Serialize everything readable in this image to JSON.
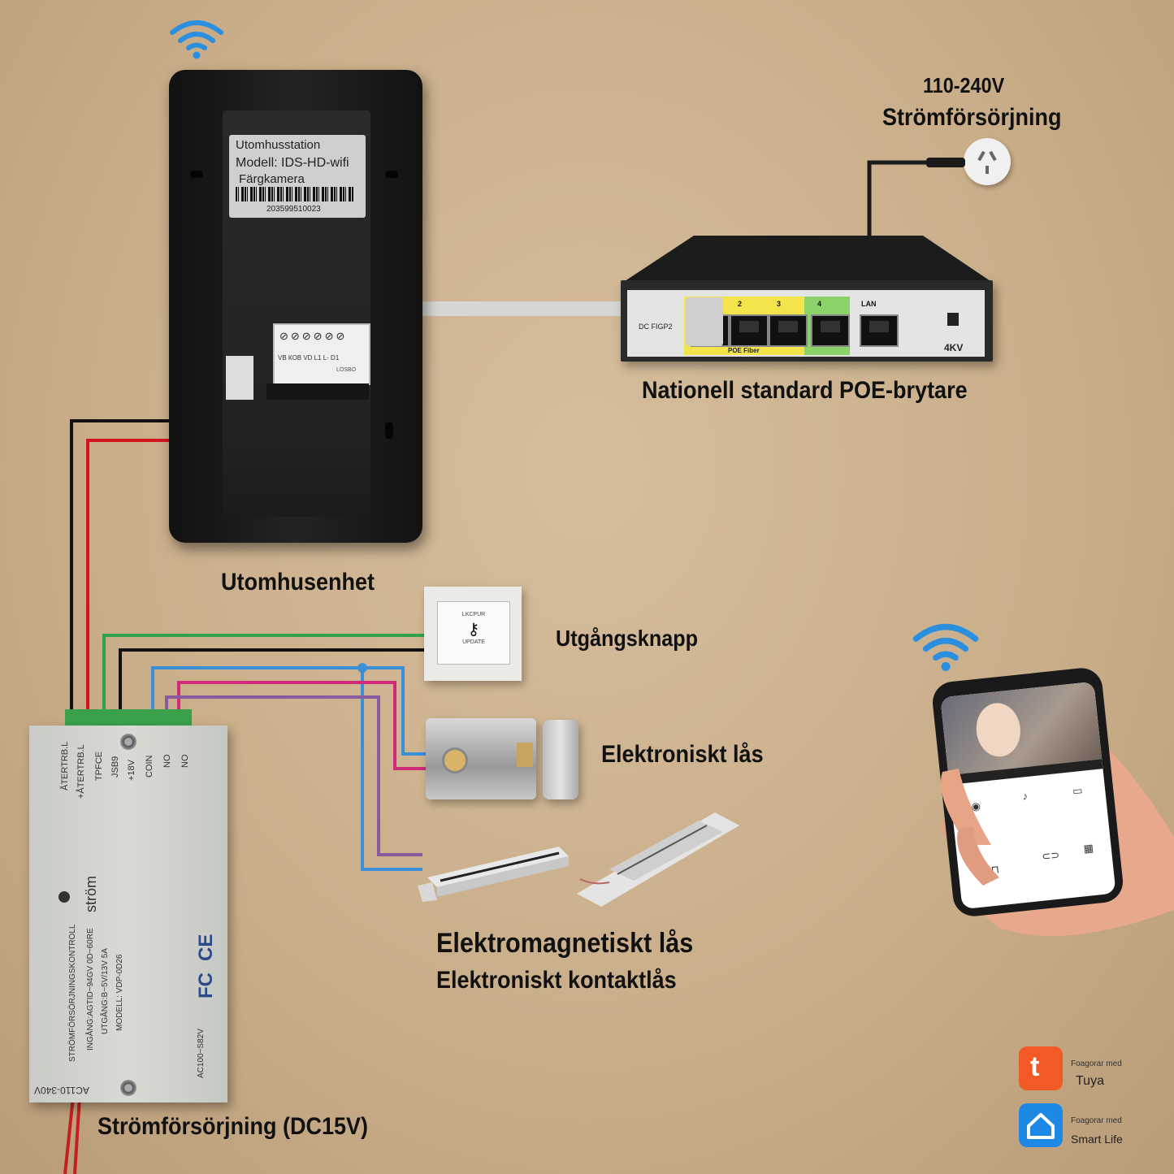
{
  "labels": {
    "power_input_voltage": "110-240V",
    "power_input_name": "Strömförsörjning",
    "poe_switch": "Nationell standard POE-brytare",
    "outdoor_unit": "Utomhusenhet",
    "exit_button": "Utgångsknapp",
    "electronic_lock": "Elektroniskt lås",
    "electromagnetic_lock": "Elektromagnetiskt lås",
    "electronic_contact_lock": "Elektroniskt kontaktlås",
    "power_supply": "Strömförsörjning (DC15V)"
  },
  "outdoor_station": {
    "sticker_title": "Utomhusstation",
    "sticker_model": "Modell: IDS-HD-wifi",
    "sticker_camera": "Färgkamera",
    "serial": "203599510023",
    "terminal_labels": "VB  КОВ  VD   L1   L-   D1",
    "terminal_code": "LOSBO"
  },
  "switch": {
    "model": "DC FIGP2",
    "ports": [
      "2",
      "3",
      "4"
    ],
    "lan_label": "LAN",
    "poe_label": "POE Fiber",
    "protection": "4KV"
  },
  "exit_button_face": {
    "top_text": "LKCPUR",
    "bottom_text": "UPDATE"
  },
  "power_supply_unit": {
    "terminals": [
      "ÅTERTRB.L",
      "+ÅTERTRB.L",
      "TPFCE",
      "JSB9",
      "+18V",
      "COIN",
      "NO",
      "NO"
    ],
    "brand": "ström",
    "line1": "STRÖMFÖRSÖRJNINGSKONTROLL",
    "line2": "INGÅNG:AGTID~94GV 0D~60RE",
    "line3": "UTGÅNG:B~5V/13V 5A",
    "line4": "MODELL: VDP-0D26",
    "side_text": "AC100~S82V",
    "bottom_text": "AC110-340V",
    "ce_mark": "CE",
    "fc_mark": "FC"
  },
  "apps": {
    "tuya_caption": "Foagorar med",
    "tuya_name": "Tuya",
    "smartlife_caption": "Foagorar med",
    "smartlife_name": "Smart Life"
  },
  "colors": {
    "wire_black": "#111111",
    "wire_red": "#d4141c",
    "wire_green": "#2fa24a",
    "wire_blue": "#3a8fd6",
    "wire_magenta": "#d02a78",
    "wire_purple": "#8a5a9e",
    "wifi_blue": "#2b8fe0",
    "tuya_orange": "#f15a24",
    "smartlife_blue": "#1e88e5"
  }
}
